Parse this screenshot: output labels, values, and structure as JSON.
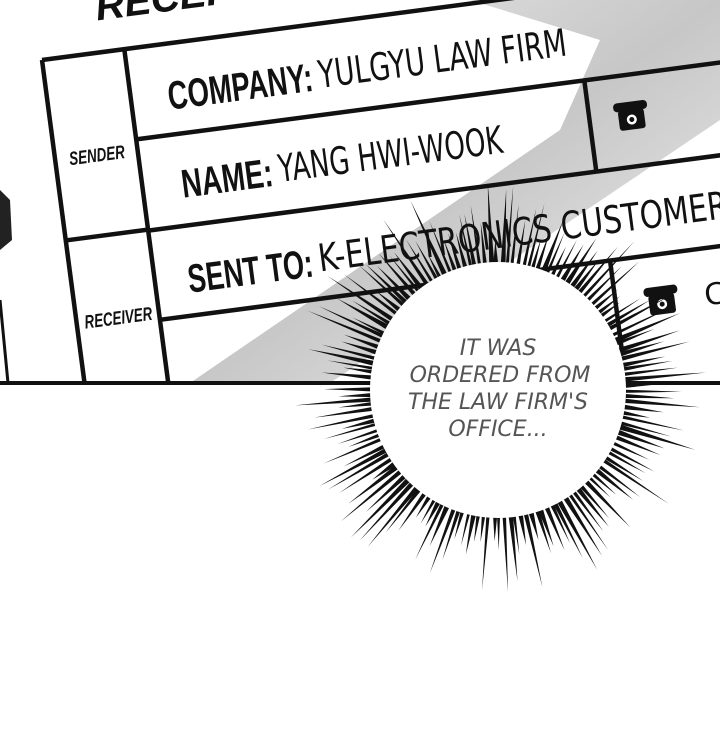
{
  "form": {
    "header_fragment": "RECEI",
    "sender_label": "SENDER",
    "receiver_label": "RECEIVER",
    "company_label": "COMPANY:",
    "company_value": "YULGYU LAW FIRM",
    "name_label": "NAME:",
    "name_value": "YANG HWI-WOOK",
    "sent_to_label": "SENT TO:",
    "sent_to_value": "K-ELECTRONICS CUSTOMER SE",
    "phone_icon": "telephone-icon",
    "cut_fragment": "C"
  },
  "speech_bubble": {
    "lines": [
      "IT WAS",
      "ORDERED FROM",
      "THE LAW FIRM'S",
      "OFFICE..."
    ]
  },
  "colors": {
    "ink": "#111111",
    "bubble_text": "#555555",
    "shade": "#cfcfcf"
  }
}
